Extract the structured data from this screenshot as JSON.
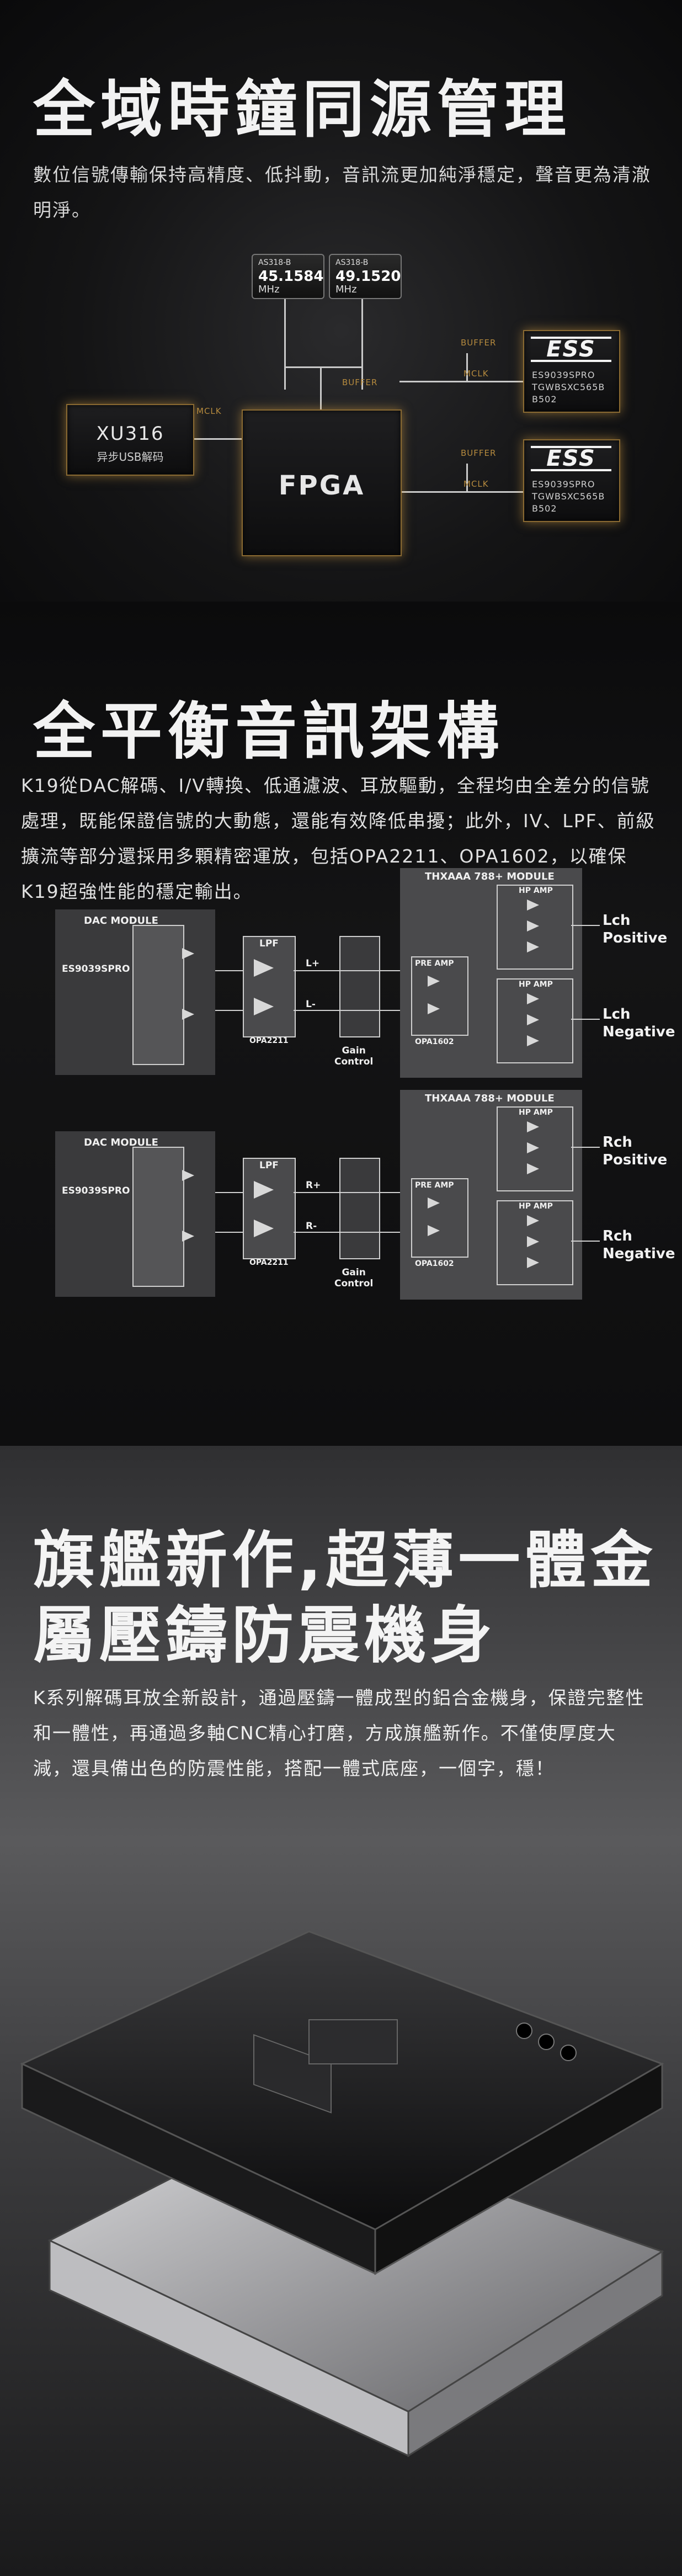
{
  "clock": {
    "title": "全域時鐘同源管理",
    "desc": "數位信號傳輸保持高精度、低抖動，音訊流更加純淨穩定，聲音更為清澈明淨。",
    "osc1": {
      "model": "AS318-B",
      "freq": "45.1584",
      "unit": "MHz"
    },
    "osc2": {
      "model": "AS318-B",
      "freq": "49.1520",
      "unit": "MHz"
    },
    "xu": {
      "name": "XU316",
      "sub": "异步USB解码"
    },
    "fpga": "FPGA",
    "ess_logo": "ESS",
    "ess1": {
      "l1": "ES9039SPRO",
      "l2": "TGWBSXC565B",
      "l3": "B502"
    },
    "ess2": {
      "l1": "ES9039SPRO",
      "l2": "TGWBSXC565B",
      "l3": "B502"
    },
    "labels": {
      "buffer_center": "BUFFER",
      "buffer_top": "BUFFER",
      "buffer_bottom": "BUFFER",
      "mclk_top": "MCLK",
      "mclk_bottom": "MCLK",
      "mclk_left": "MCLK"
    }
  },
  "balanced": {
    "title": "全平衡音訊架構",
    "desc": "K19從DAC解碼、I/V轉換、低通濾波、耳放驅動，全程均由全差分的信號處理，既能保證信號的大動態，還能有效降低串擾；此外，IV、LPF、前級擴流等部分還採用多顆精密運放，包括OPA2211、OPA1602，以確保K19超強性能的穩定輸出。",
    "channels": [
      {
        "dac_module": "DAC MODULE",
        "dac_chip": "ES9039SPRO",
        "lpf": "LPF",
        "opa_lpf": "OPA2211",
        "plus": "L+",
        "minus": "L-",
        "gain": "Gain\nControl",
        "thx": "THXAAA 788+ MODULE",
        "hp_amp": "HP AMP",
        "pre_amp": "PRE AMP",
        "opa_pre": "OPA1602",
        "out_pos": "Lch\nPositive",
        "out_neg": "Lch\nNegative"
      },
      {
        "dac_module": "DAC MODULE",
        "dac_chip": "ES9039SPRO",
        "lpf": "LPF",
        "opa_lpf": "OPA2211",
        "plus": "R+",
        "minus": "R-",
        "gain": "Gain\nControl",
        "thx": "THXAAA 788+ MODULE",
        "hp_amp": "HP AMP",
        "pre_amp": "PRE AMP",
        "opa_pre": "OPA1602",
        "out_pos": "Rch\nPositive",
        "out_neg": "Rch\nNegative"
      }
    ]
  },
  "body": {
    "title": "旗艦新作,超薄一體金屬壓鑄防震機身",
    "desc": "K系列解碼耳放全新設計，通過壓鑄一體成型的鋁合金機身，保證完整性和一體性，再通過多軸CNC精心打磨，方成旗艦新作。不僅使厚度大減，還具備出色的防震性能，搭配一體式底座，一個字，穩！"
  }
}
